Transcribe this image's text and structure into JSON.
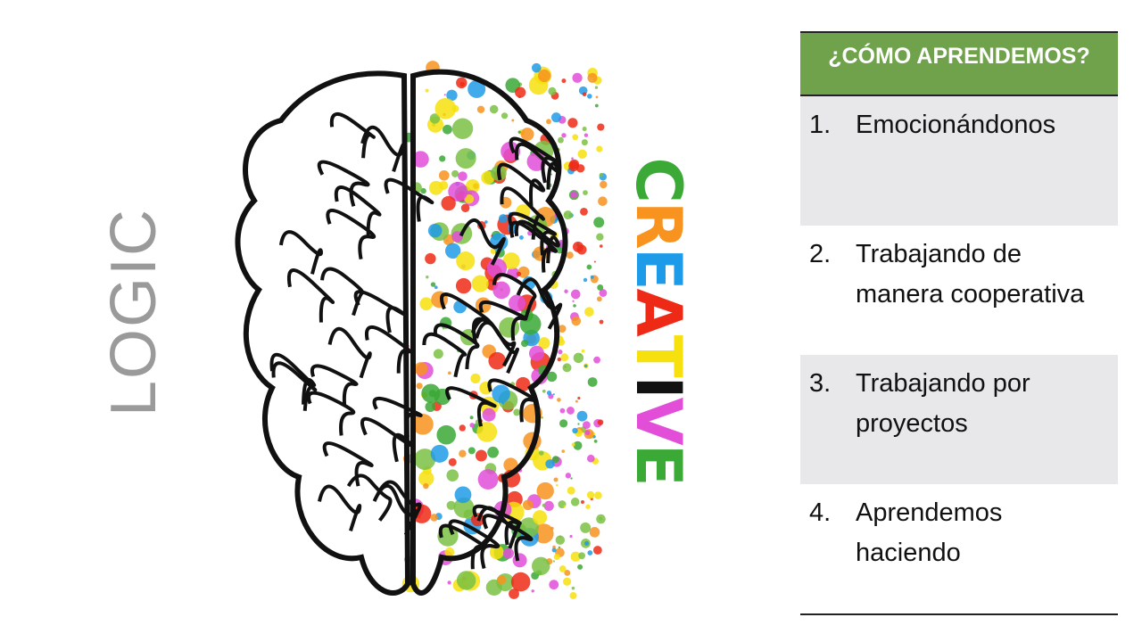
{
  "left_label": "LOGIC",
  "right_label": {
    "text": "CREATIVE",
    "letters": [
      {
        "ch": "C",
        "color": "#3aa935"
      },
      {
        "ch": "R",
        "color": "#f7931e"
      },
      {
        "ch": "E",
        "color": "#1e9be8"
      },
      {
        "ch": "A",
        "color": "#ee2a16"
      },
      {
        "ch": "T",
        "color": "#f6e00d"
      },
      {
        "ch": "I",
        "color": "#111111"
      },
      {
        "ch": "V",
        "color": "#e24ed8"
      },
      {
        "ch": "E",
        "color": "#3aa935"
      }
    ]
  },
  "brain_splatter_colors": [
    "#3aa935",
    "#f7931e",
    "#1e9be8",
    "#ee2a16",
    "#f6e00d",
    "#e24ed8",
    "#7ac143"
  ],
  "table": {
    "header": "¿CÓMO APRENDEMOS?",
    "header_color": "#6fa24a",
    "rows": [
      {
        "num": "1.",
        "label": "Emocionándonos"
      },
      {
        "num": "2.",
        "label": "Trabajando de manera cooperativa"
      },
      {
        "num": "3.",
        "label": "Trabajando por proyectos"
      },
      {
        "num": "4.",
        "label": "Aprendemos haciendo"
      }
    ]
  }
}
